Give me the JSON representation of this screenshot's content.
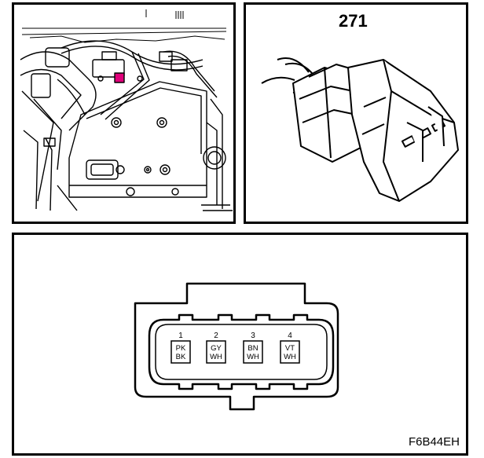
{
  "engine_view": {
    "highlight_color": "#e0007a"
  },
  "connector_view": {
    "component_number": "271"
  },
  "pinout": {
    "pins": [
      {
        "number": "1",
        "color_top": "PK",
        "color_bottom": "BK"
      },
      {
        "number": "2",
        "color_top": "GY",
        "color_bottom": "WH"
      },
      {
        "number": "3",
        "color_top": "BN",
        "color_bottom": "WH"
      },
      {
        "number": "4",
        "color_top": "VT",
        "color_bottom": "WH"
      }
    ]
  },
  "figure_code": "F6B44EH"
}
